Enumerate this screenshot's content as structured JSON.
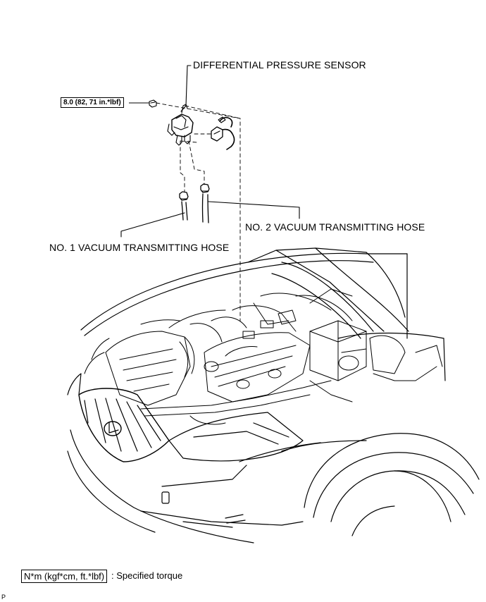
{
  "labels": {
    "sensor": "DIFFERENTIAL PRESSURE SENSOR",
    "hose1": "NO. 1 VACUUM TRANSMITTING HOSE",
    "hose2": "NO. 2 VACUUM TRANSMITTING HOSE"
  },
  "torque": {
    "spec": "8.0 (82, 71 in.*lbf)"
  },
  "legend": {
    "units": "N*m (kgf*cm, ft.*lbf)",
    "meaning": ": Specified torque"
  },
  "corner_mark": "P",
  "colors": {
    "line": "#000000",
    "background": "#ffffff"
  }
}
